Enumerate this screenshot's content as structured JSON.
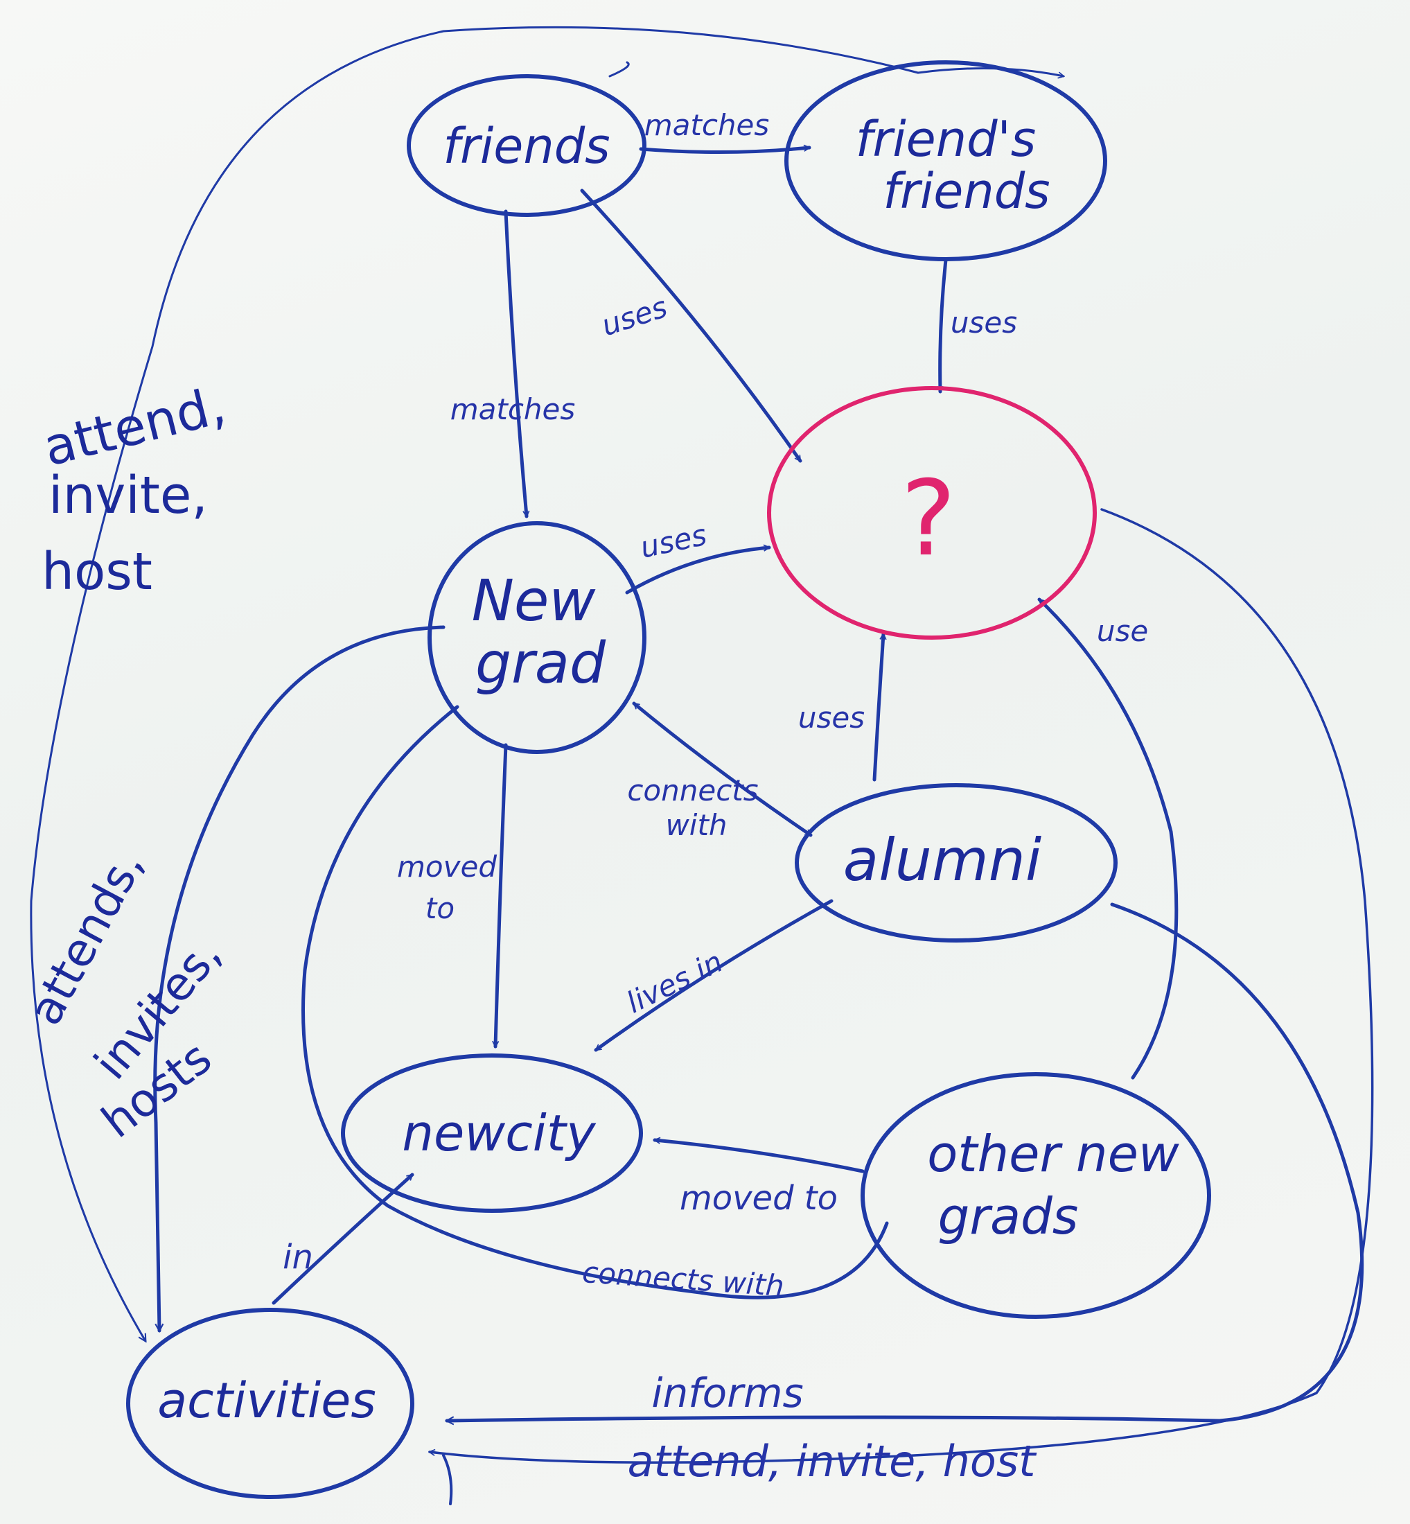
{
  "nodes": {
    "friends": "friends",
    "friends_friends_line1": "friend's",
    "friends_friends_line2": "friends",
    "question": "?",
    "new_grad_line1": "New",
    "new_grad_line2": "grad",
    "alumni": "alumni",
    "new_city": "newcity",
    "other_new_grads_line1": "other new",
    "other_new_grads_line2": "grads",
    "activities": "activities"
  },
  "edges": {
    "friends_to_friends_friends": "matches",
    "friends_to_new_grad": "matches",
    "friends_to_question": "uses",
    "friends_friends_to_question": "uses",
    "new_grad_to_question": "uses",
    "alumni_to_question": "uses",
    "other_new_grads_to_question": "use",
    "new_grad_alumni_line1": "connects",
    "new_grad_alumni_line2": "with",
    "new_grad_to_new_city_line1": "moved",
    "new_grad_to_new_city_line2": "to",
    "alumni_to_new_city": "lives in",
    "other_new_grads_to_new_city": "moved to",
    "other_new_grads_to_new_grad": "connects with",
    "activities_to_new_city": "in",
    "new_grad_to_activities_line1": "attends,",
    "new_grad_to_activities_line2": "invites,",
    "new_grad_to_activities_line3": "hosts",
    "friends_to_activities_line1": "attend,",
    "friends_to_activities_line2": "invite,",
    "friends_to_activities_line3": "host",
    "alumni_to_activities": "informs",
    "question_to_activities": "attend, invite, host"
  },
  "colors": {
    "ink": "#1f3aa6",
    "ink_dark": "#1c2a9a",
    "highlight": "#e0246e"
  }
}
